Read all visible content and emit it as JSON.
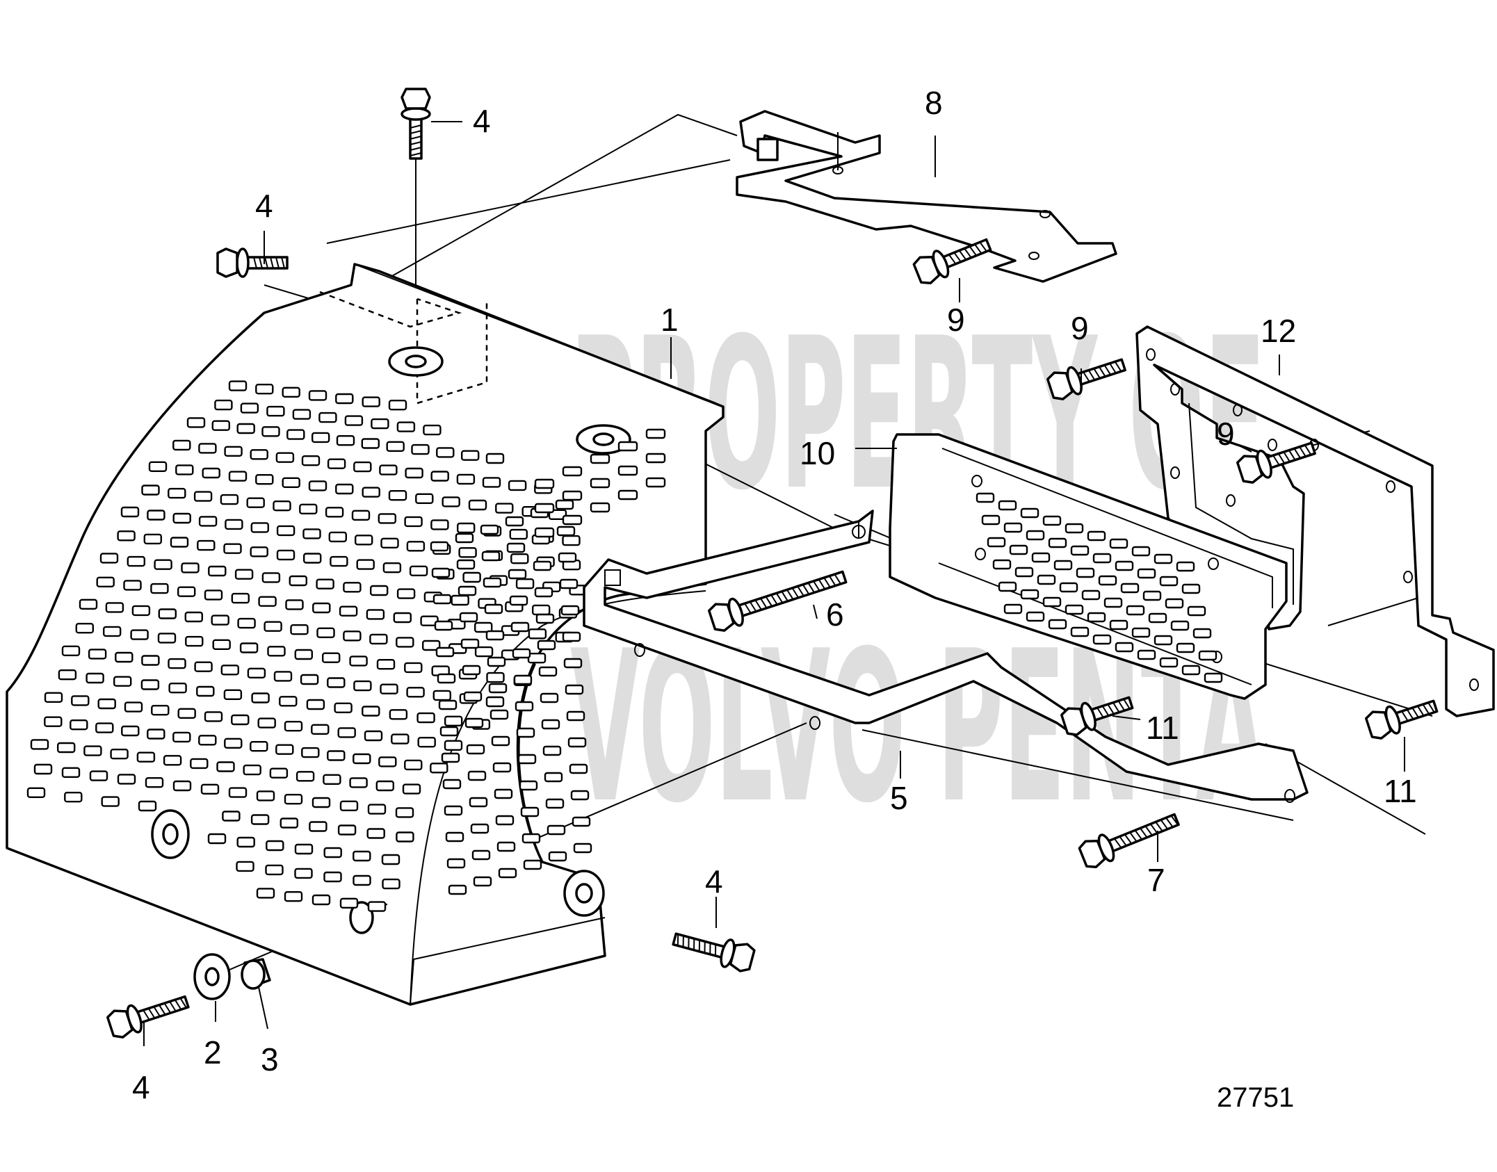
{
  "figure": {
    "document_number": "27751",
    "watermark_lines": [
      "PROPERTY OF",
      "VOLVO PENTA"
    ]
  },
  "callouts": [
    {
      "id": "c4-top",
      "text": "4"
    },
    {
      "id": "c4-left",
      "text": "4"
    },
    {
      "id": "c4-bottom-left",
      "text": "4"
    },
    {
      "id": "c4-bottom-mid",
      "text": "4"
    },
    {
      "id": "c1",
      "text": "1"
    },
    {
      "id": "c2",
      "text": "2"
    },
    {
      "id": "c3",
      "text": "3"
    },
    {
      "id": "c5",
      "text": "5"
    },
    {
      "id": "c6",
      "text": "6"
    },
    {
      "id": "c7",
      "text": "7"
    },
    {
      "id": "c8",
      "text": "8"
    },
    {
      "id": "c9-top",
      "text": "9"
    },
    {
      "id": "c9-mid",
      "text": "9"
    },
    {
      "id": "c9-right",
      "text": "9"
    },
    {
      "id": "c10",
      "text": "10"
    },
    {
      "id": "c11-mid",
      "text": "11"
    },
    {
      "id": "c11-right",
      "text": "11"
    },
    {
      "id": "c12",
      "text": "12"
    }
  ]
}
